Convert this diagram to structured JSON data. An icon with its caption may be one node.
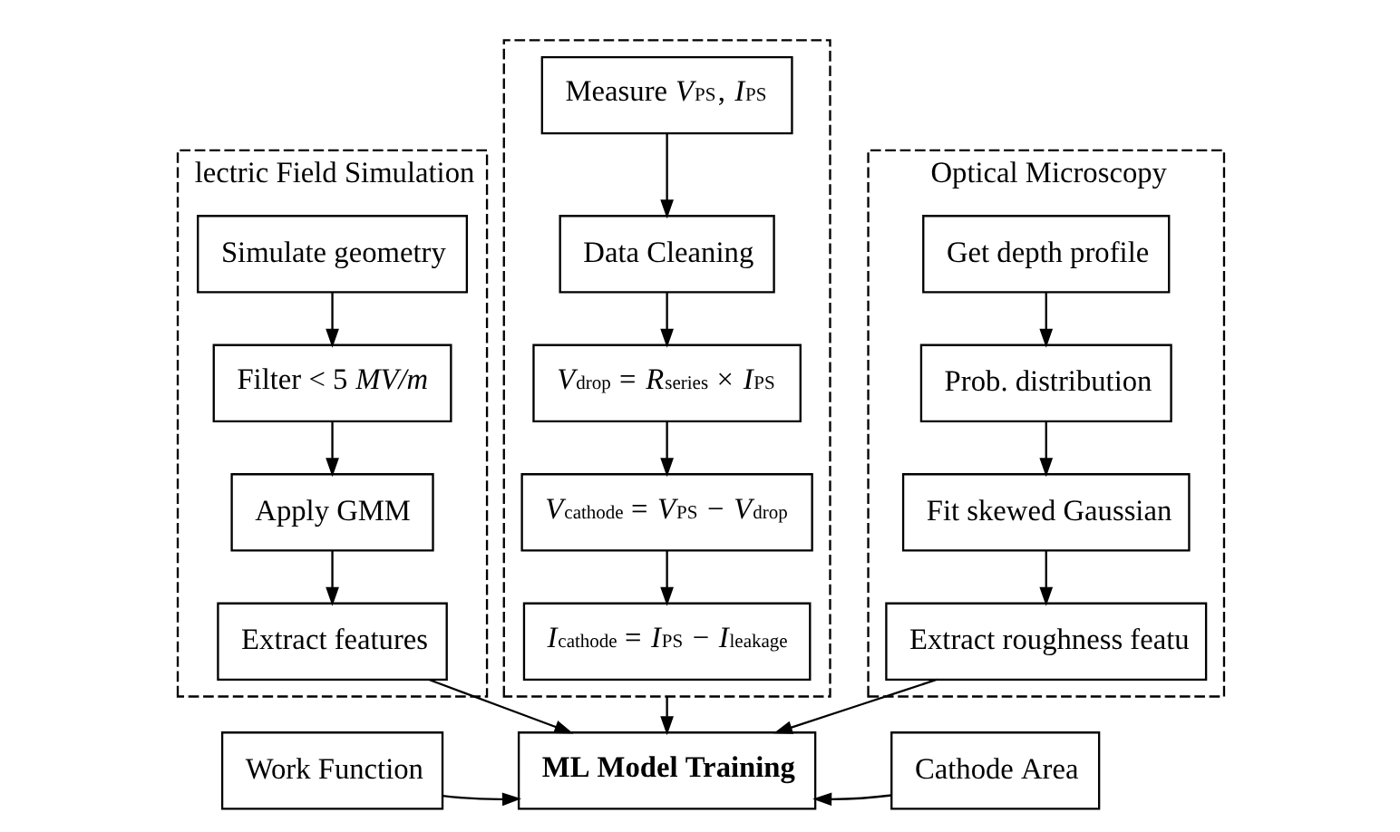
{
  "diagram": {
    "nodes": [
      {
        "text": [
          "lectric Field Simulation"
        ]
      },
      {
        "text": [
          "Simulate geometry"
        ],
        "in": 0
      },
      {
        "text": [
          "Filter < 5 *MV/m*"
        ],
        "in": 0
      },
      {
        "text": [
          "Apply GMM"
        ],
        "in": 0
      },
      {
        "text": [
          "Extract features"
        ],
        "in": 0
      },
      {
        "text": [],
        "shape": "box"
      },
      {
        "text": [
          "Measure *V*$_{PS}$, *I*$_{PS}$"
        ],
        "in": 5
      },
      {
        "text": [
          "Data Cleaning"
        ],
        "in": 5
      },
      {
        "text": [
          "*V*$_{drop}$ = *R*$_{series}$ × *I*$_{PS}$"
        ],
        "in": 5
      },
      {
        "text": [
          "*V*$_{cathode}$ = *V*$_{PS}$ − *V*$_{drop}$"
        ],
        "in": 5
      },
      {
        "text": [
          "*I*$_{cathode}$ = *I*$_{PS}$ − *I*$_{leakage}$"
        ],
        "in": 5
      },
      {
        "text": [
          "Optical Microscopy"
        ]
      },
      {
        "text": [
          "Get depth profile"
        ],
        "in": 11
      },
      {
        "text": [
          "Prob. distribution"
        ],
        "in": 11
      },
      {
        "text": [
          "Fit skewed Gaussian"
        ],
        "in": 11
      },
      {
        "text": [
          "Extract roughness featu"
        ],
        "in": 11
      },
      {
        "text": [
          "ML Model Training"
        ]
      },
      {
        "text": [
          "Work Function"
        ]
      },
      {
        "text": [
          "Cathode Area"
        ]
      }
    ],
    "edges": [
      {
        "from": 1,
        "to": 2,
        "arrow": "to"
      },
      {
        "from": 2,
        "to": 3,
        "arrow": "to"
      },
      {
        "from": 3,
        "to": 4,
        "arrow": "to"
      },
      {
        "from": 6,
        "to": 7,
        "arrow": "to"
      },
      {
        "from": 7,
        "to": 8,
        "arrow": "to"
      },
      {
        "from": 8,
        "to": 9,
        "arrow": "to"
      },
      {
        "from": 9,
        "to": 10,
        "arrow": "to"
      },
      {
        "from": 12,
        "to": 13,
        "arrow": "to"
      },
      {
        "from": 13,
        "to": 14,
        "arrow": "to"
      },
      {
        "from": 14,
        "to": 15,
        "arrow": "to"
      },
      {
        "from": 4,
        "to": 16,
        "arrow": "to"
      },
      {
        "from": 5,
        "to": 16,
        "arrow": "to"
      },
      {
        "from": 15,
        "to": 16,
        "arrow": "to"
      },
      {
        "from": 17,
        "to": 16,
        "arrow": "to"
      },
      {
        "from": 18,
        "to": 16,
        "arrow": "to"
      }
    ]
  }
}
